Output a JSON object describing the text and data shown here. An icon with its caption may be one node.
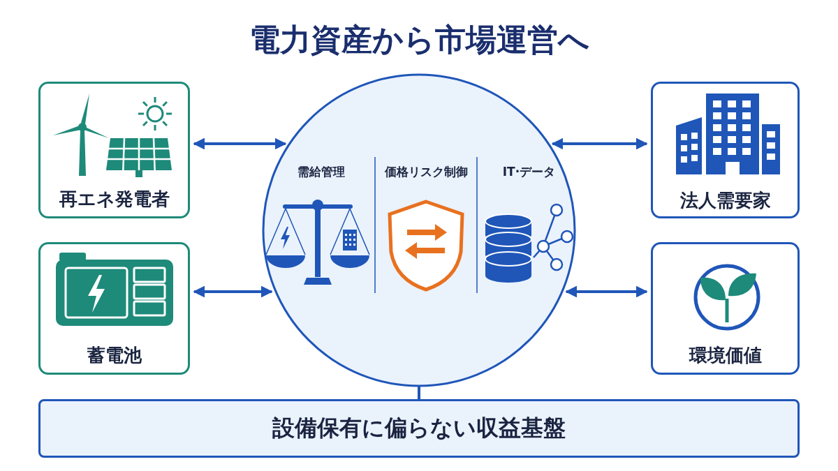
{
  "diagram": {
    "title": "電力資産から市場運営へ",
    "nodes": [
      {
        "text": [
          "再エネ発電者"
        ]
      },
      {
        "text": [
          "蓄電池"
        ]
      },
      {
        "text": [],
        "shape": "circle"
      },
      {
        "text": [
          "需給管理"
        ],
        "in": 2
      },
      {
        "text": [
          "価格リスク制御"
        ],
        "in": 2
      },
      {
        "text": [
          "IT·データ"
        ],
        "in": 2
      },
      {
        "text": [
          "法人需要家"
        ]
      },
      {
        "text": [
          "環境価値"
        ]
      },
      {
        "text": [
          "設備保有に偏らない収益基盤"
        ]
      }
    ],
    "edges": [
      {
        "from": 0,
        "to": 2,
        "arrow": "both"
      },
      {
        "from": 1,
        "to": 2,
        "arrow": "both"
      },
      {
        "from": 2,
        "to": 6,
        "arrow": "both"
      },
      {
        "from": 2,
        "to": 7,
        "arrow": "both"
      },
      {
        "from": 2,
        "to": 8,
        "arrow": "none"
      }
    ]
  }
}
